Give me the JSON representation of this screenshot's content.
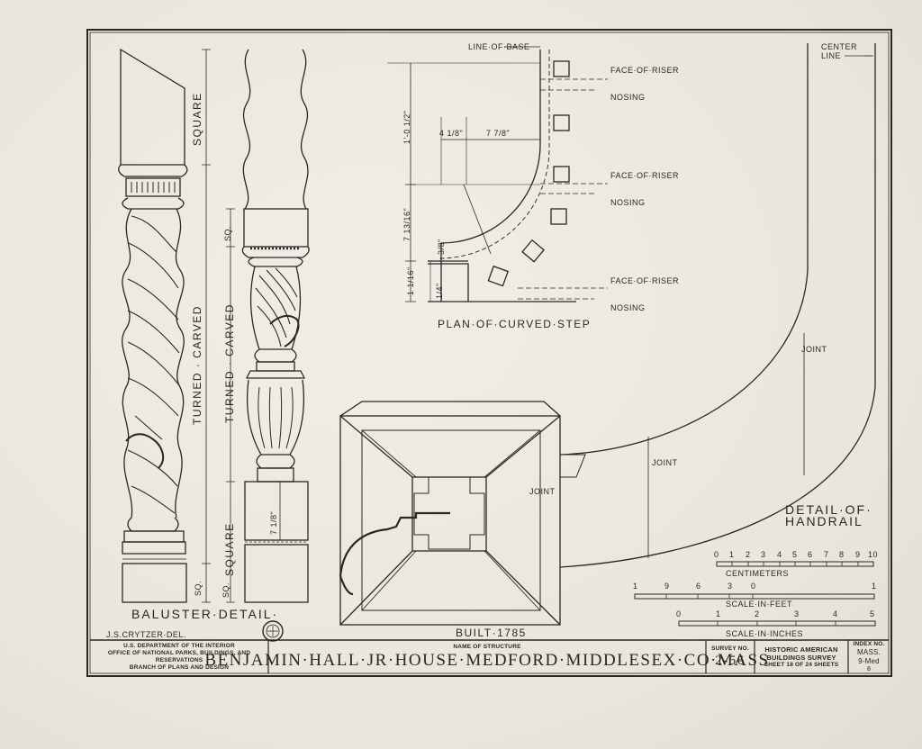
{
  "drawing": {
    "baluster": {
      "title": "BALUSTER·DETAIL·",
      "dims_a": [
        "SQUARE",
        "TURNED · CARVED",
        "SQ."
      ],
      "dims_b": [
        "SQ.",
        "TURNED · CARVED",
        "SQUARE",
        "SQ.",
        "7 1/8\""
      ]
    },
    "step_plan": {
      "title": "PLAN·OF·CURVED·STEP",
      "labels": {
        "line_of_base": "LINE·OF·BASE",
        "face_of_riser": "FACE·OF·RISER",
        "nosing": "NOSING"
      },
      "dims": [
        "1'-0 1/2\"",
        "4 1/8\"",
        "7 7/8\"",
        "7 13/16\"",
        "3/8\"",
        "1 1/16\"",
        "1/4\""
      ]
    },
    "handrail": {
      "title_line1": "DETAIL·OF·",
      "title_line2": "HANDRAIL",
      "center_line": [
        "CENTER",
        "LINE"
      ],
      "joint": "JOINT"
    },
    "newel_section": {
      "joint": "JOINT",
      "built": "BUILT·1785"
    },
    "scales": {
      "cm_ticks": [
        "0",
        "1",
        "2",
        "3",
        "4",
        "5",
        "6",
        "7",
        "8",
        "9",
        "10"
      ],
      "cm_label": "CENTIMETERS",
      "ft_ticks": [
        "1",
        "9",
        "6",
        "3",
        "0",
        "1"
      ],
      "ft_label": "SCALE·IN·FEET",
      "in_ticks": [
        "0",
        "1",
        "2",
        "3",
        "4",
        "5"
      ],
      "in_label": "SCALE·IN·INCHES"
    },
    "delineator": "J.S.CRYTZER·DEL."
  },
  "title_block": {
    "agency_line1": "U.S. DEPARTMENT OF THE INTERIOR",
    "agency_line2": "OFFICE OF NATIONAL PARKS, BUILDINGS, AND RESERVATIONS",
    "agency_line3": "BRANCH OF PLANS AND DESIGN",
    "name_caption": "NAME OF STRUCTURE",
    "structure_name": "BENJAMIN·HALL·JR·HOUSE·MEDFORD·MIDDLESEX·CO·MASS",
    "survey_caption": "SURVEY NO.",
    "survey_no": "2-56",
    "habs_line1": "HISTORIC AMERICAN",
    "habs_line2": "BUILDINGS SURVEY",
    "sheet_text": "SHEET 18 OF 24 SHEETS",
    "index_caption": "INDEX NO.",
    "index_line1": "MASS.",
    "index_line2": "9-Med",
    "index_line3": "8"
  }
}
